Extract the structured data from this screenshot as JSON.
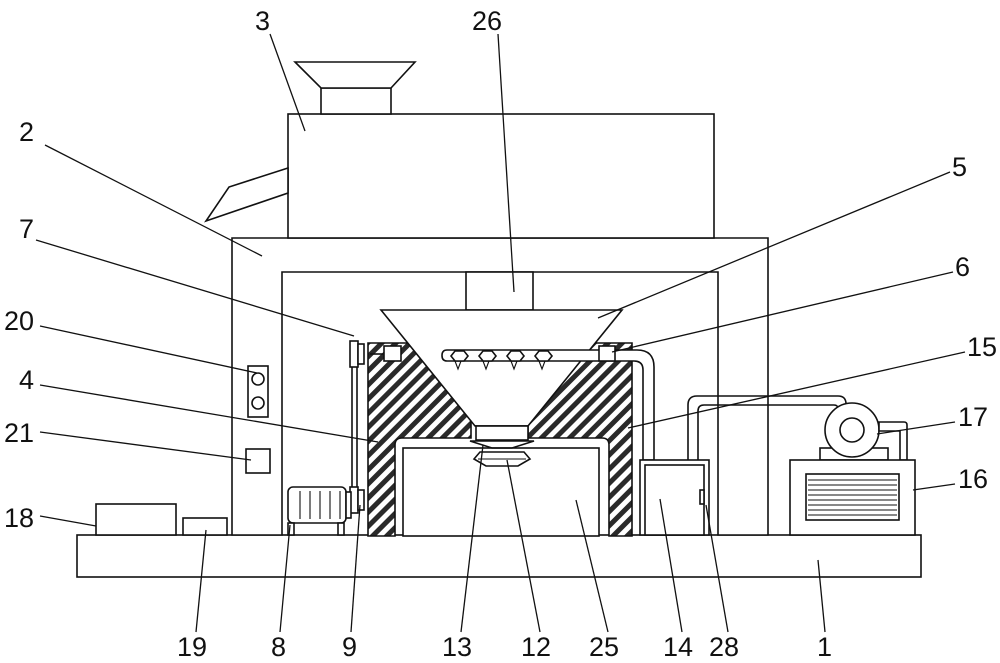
{
  "labels": {
    "l1": "1",
    "l2": "2",
    "l3": "3",
    "l4": "4",
    "l5": "5",
    "l6": "6",
    "l7": "7",
    "l8": "8",
    "l9": "9",
    "l12": "12",
    "l13": "13",
    "l14": "14",
    "l15": "15",
    "l16": "16",
    "l17": "17",
    "l18": "18",
    "l19": "19",
    "l20": "20",
    "l21": "21",
    "l25": "25",
    "l26": "26",
    "l28": "28"
  }
}
